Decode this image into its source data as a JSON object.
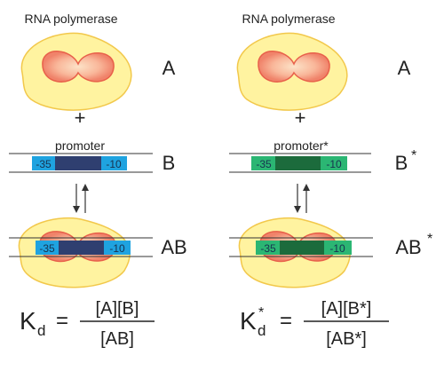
{
  "left_panel": {
    "enzyme_label": "RNA polymerase",
    "enzyme_letter": "A",
    "plus": "+",
    "promoter_label": "promoter",
    "dna_letter": "B",
    "box_minus35": "-35",
    "box_minus10": "-10",
    "complex_letter": "AB",
    "equation": {
      "symbol": "K",
      "subscript": "d",
      "equals": "=",
      "numerator": "[A][B]",
      "denominator": "[AB]"
    }
  },
  "right_panel": {
    "enzyme_label": "RNA polymerase",
    "enzyme_letter": "A",
    "plus": "+",
    "promoter_label": "promoter*",
    "dna_letter": "B",
    "dna_star": "*",
    "box_minus35": "-35",
    "box_minus10": "-10",
    "complex_letter": "AB",
    "complex_star": "*",
    "equation": {
      "symbol": "K",
      "subscript": "d",
      "star": "*",
      "equals": "=",
      "numerator": "[A][B*]",
      "denominator": "[AB*]"
    }
  },
  "colors": {
    "enzyme_outer": "#FFF3A0",
    "enzyme_outer_stroke": "#F2C84B",
    "enzyme_lobe": "#F7A98A",
    "enzyme_lobe_stroke": "#E8604A",
    "wild_type_core": "#2F3F70",
    "wild_type_box": "#1FA3E0",
    "mutant_core": "#1C6B3C",
    "mutant_box": "#2BB673",
    "box_text": "#17324F"
  }
}
